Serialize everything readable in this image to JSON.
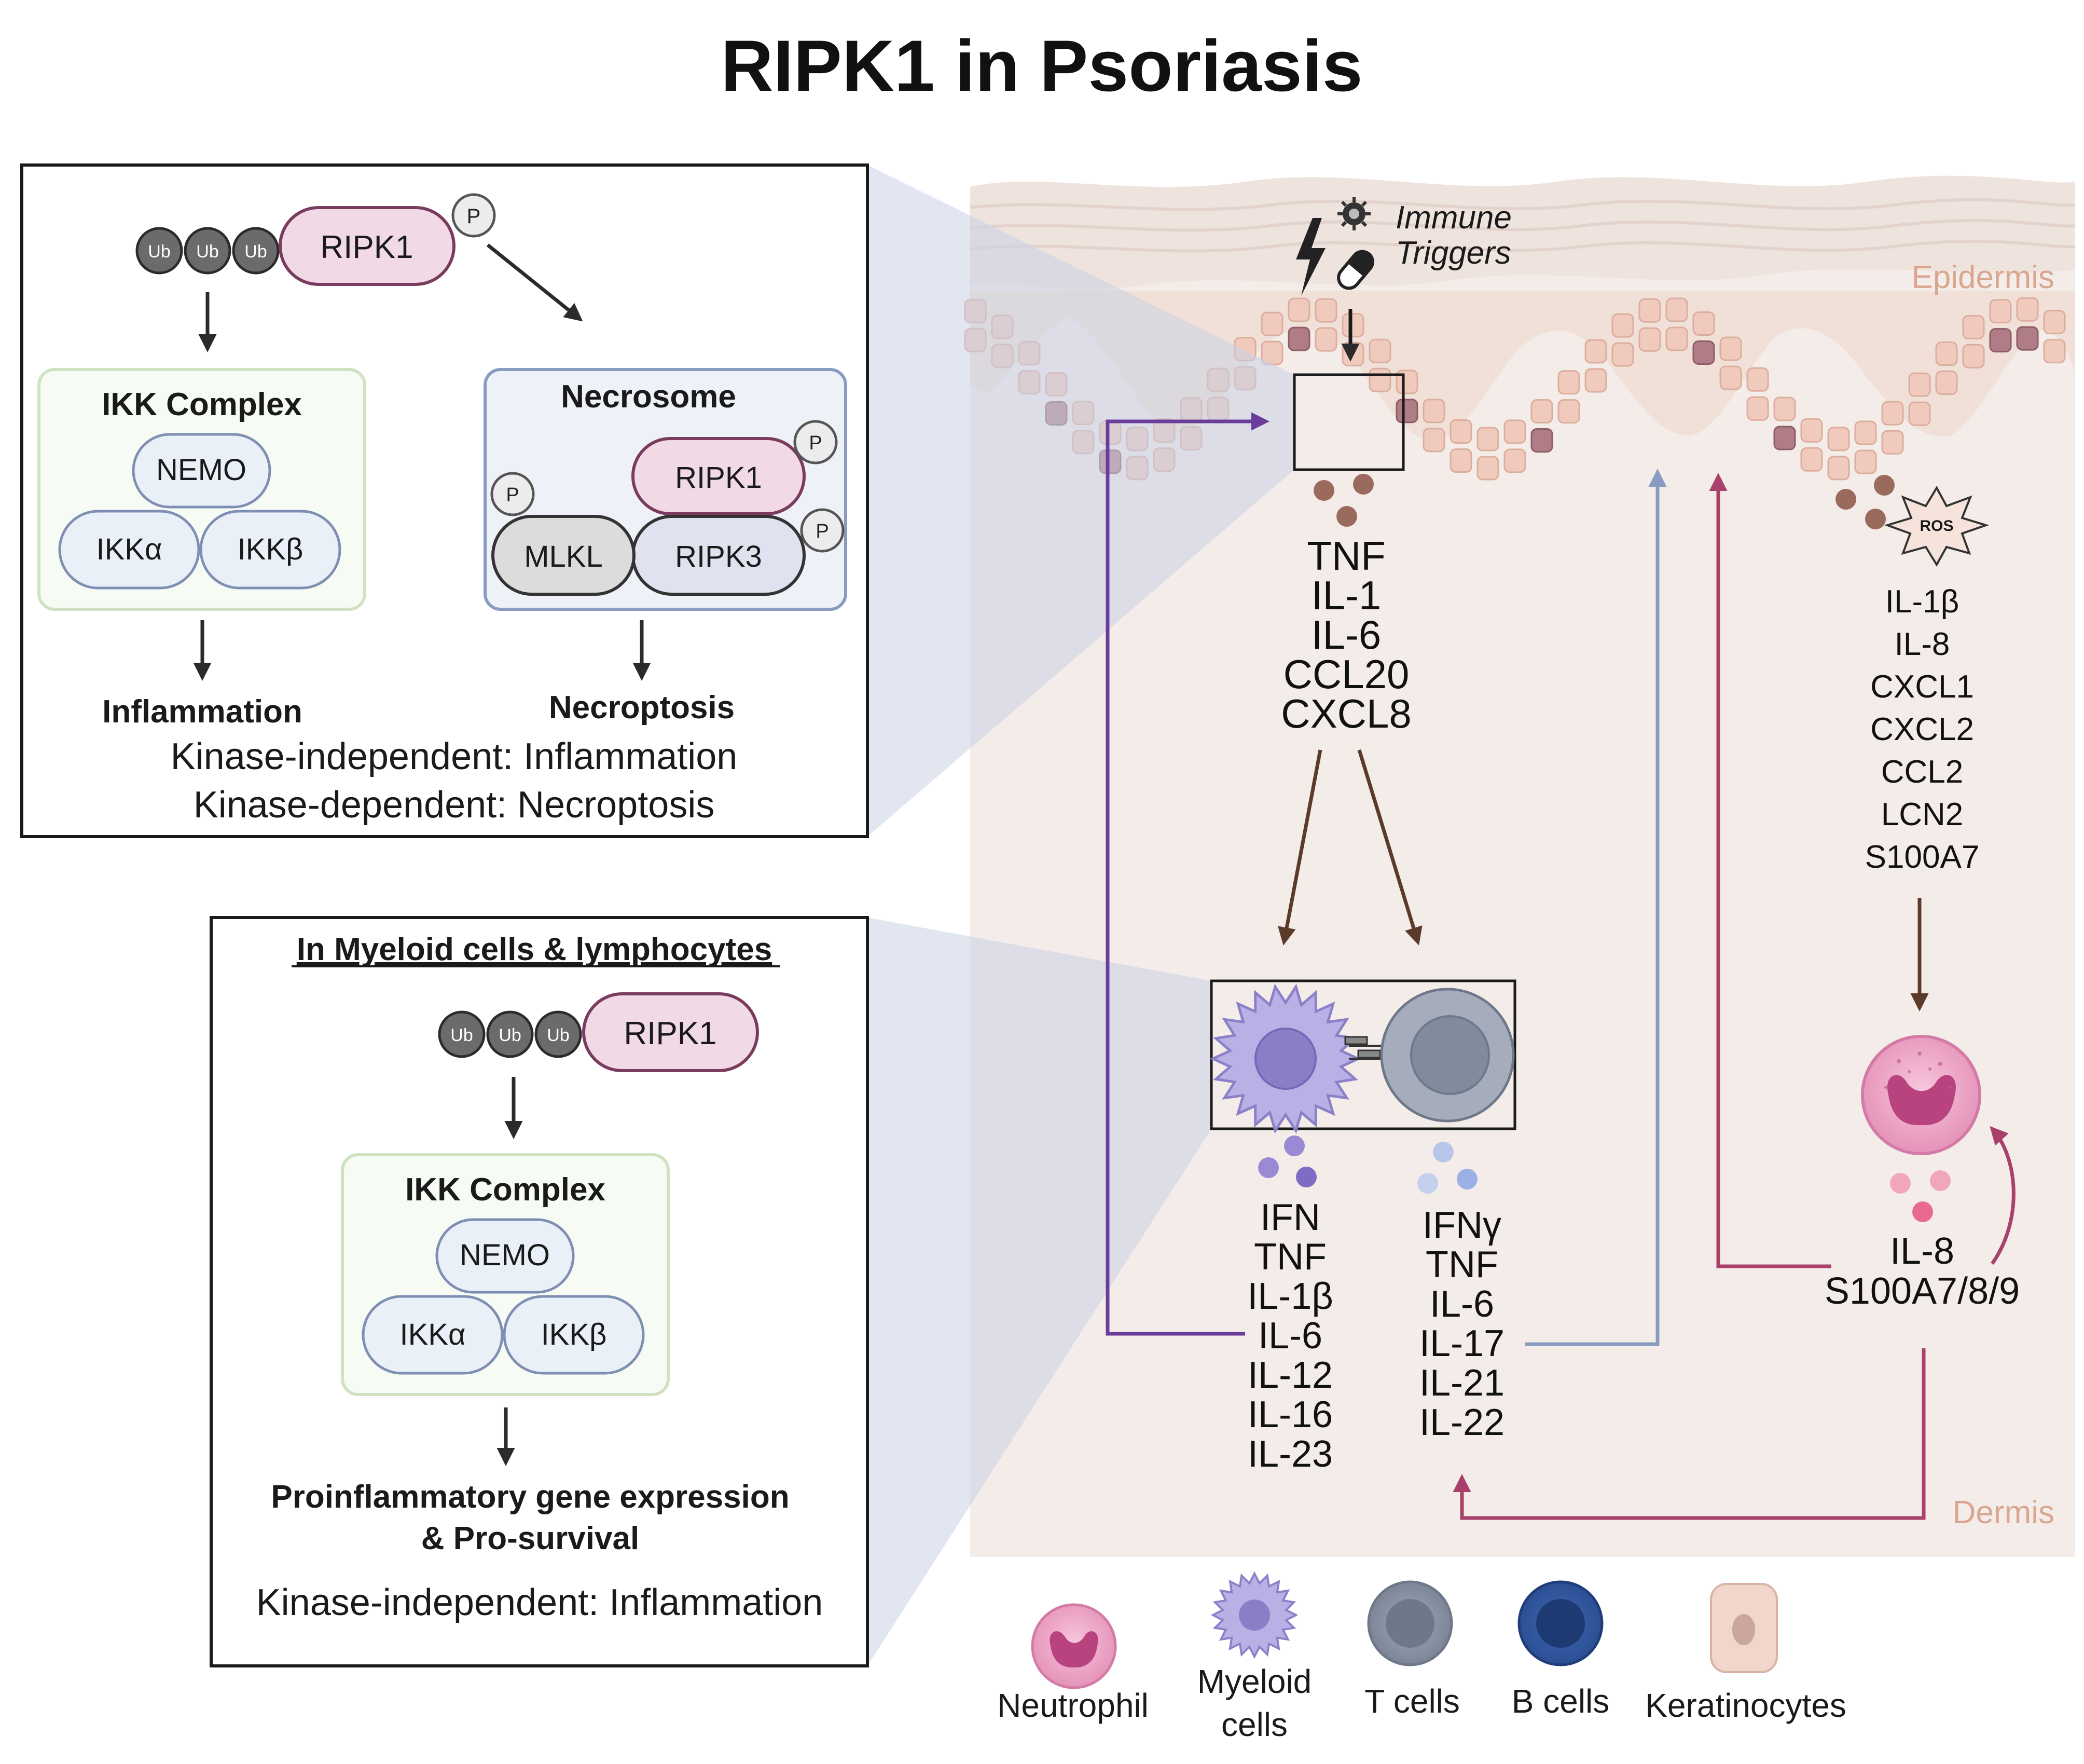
{
  "title": "RIPK1 in Psoriasis",
  "colors": {
    "ripk1_fill": "#f2d9e6",
    "ripk1_stroke": "#7a3c5e",
    "ikk_fill": "#eaf0f8",
    "ikk_stroke": "#7f8fb3",
    "ikk_box_fill": "#f6fbf3",
    "ikk_box_stroke": "#cfe3c3",
    "necro_box_fill": "#eef1f8",
    "necro_box_stroke": "#8a9bc2",
    "purple_arrow": "#6a3d9a",
    "blue_arrow": "#8a9bc2",
    "magenta_arrow": "#a8406b",
    "brown_arrow": "#5b3a2a",
    "epidermis_label": "#d9a690",
    "skin_bg": "#f4ece8"
  },
  "panel_top": {
    "ub_labels": [
      "Ub",
      "Ub",
      "Ub"
    ],
    "ripk1": "RIPK1",
    "p": "P",
    "ikk_title": "IKK Complex",
    "nemo": "NEMO",
    "ikka": "IKKα",
    "ikkb": "IKKβ",
    "necrosome_title": "Necrosome",
    "necro_ripk1": "RIPK1",
    "necro_ripk3": "RIPK3",
    "necro_mlkl": "MLKL",
    "outcome_left": "Inflammation",
    "outcome_right": "Necroptosis",
    "note1": "Kinase-independent: Inflammation",
    "note2": "Kinase-dependent: Necroptosis"
  },
  "panel_bottom": {
    "title": "In Myeloid cells & lymphocytes",
    "ub_labels": [
      "Ub",
      "Ub",
      "Ub"
    ],
    "ripk1": "RIPK1",
    "ikk_title": "IKK Complex",
    "nemo": "NEMO",
    "ikka": "IKKα",
    "ikkb": "IKKβ",
    "outcome_line1": "Proinflammatory gene expression",
    "outcome_line2": "& Pro-survival",
    "note": "Kinase-independent: Inflammation"
  },
  "skin": {
    "immune_triggers_line1": "Immune",
    "immune_triggers_line2": "Triggers",
    "epidermis": "Epidermis",
    "dermis": "Dermis",
    "ros": "ROS",
    "keratinocyte_cytokines": [
      "TNF",
      "IL-1",
      "IL-6",
      "CCL20",
      "CXCL8"
    ],
    "ros_cytokines": [
      "IL-1β",
      "IL-8",
      "CXCL1",
      "CXCL2",
      "CCL2",
      "LCN2",
      "S100A7"
    ],
    "myeloid_cytokines": [
      "IFN",
      "TNF",
      "IL-1β",
      "IL-6",
      "IL-12",
      "IL-16",
      "IL-23"
    ],
    "tcell_cytokines": [
      "IFNγ",
      "TNF",
      "IL-6",
      "IL-17",
      "IL-21",
      "IL-22"
    ],
    "neutrophil_products": [
      "IL-8",
      "S100A7/8/9"
    ]
  },
  "legend": [
    {
      "label": "Neutrophil"
    },
    {
      "label": "Myeloid",
      "label2": "cells"
    },
    {
      "label": "T cells"
    },
    {
      "label": "B cells"
    },
    {
      "label": "Keratinocytes"
    }
  ]
}
